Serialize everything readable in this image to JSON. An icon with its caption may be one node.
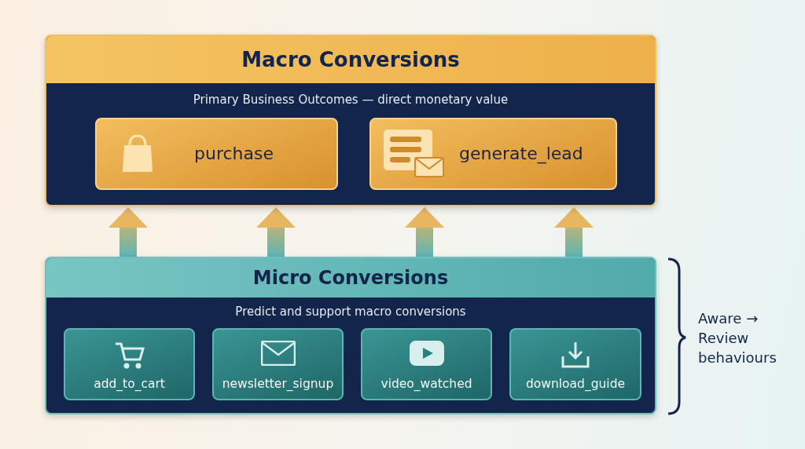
{
  "diagram": {
    "nodes": [
      {
        "text": [
          "Macro Conversions",
          "Primary Business Outcomes — direct monetary value"
        ]
      },
      {
        "text": [
          "purchase"
        ],
        "in": 0
      },
      {
        "text": [
          "generate_lead"
        ],
        "in": 0
      },
      {
        "text": [
          "Micro Conversions",
          "Predict and support macro conversions"
        ]
      },
      {
        "text": [
          "add_to_cart"
        ],
        "in": 3
      },
      {
        "text": [
          "newsletter_signup"
        ],
        "in": 3
      },
      {
        "text": [
          "video_watched"
        ],
        "in": 3
      },
      {
        "text": [
          "download_guide"
        ],
        "in": 3
      }
    ],
    "edges": [
      {
        "from": 3,
        "to": 0,
        "arrow": "to"
      },
      {
        "from": 3,
        "to": 0,
        "arrow": "to"
      },
      {
        "from": 3,
        "to": 0,
        "arrow": "to"
      },
      {
        "from": 3,
        "to": 0,
        "arrow": "to"
      }
    ],
    "labels": [
      "Aware → Review behaviours"
    ]
  }
}
